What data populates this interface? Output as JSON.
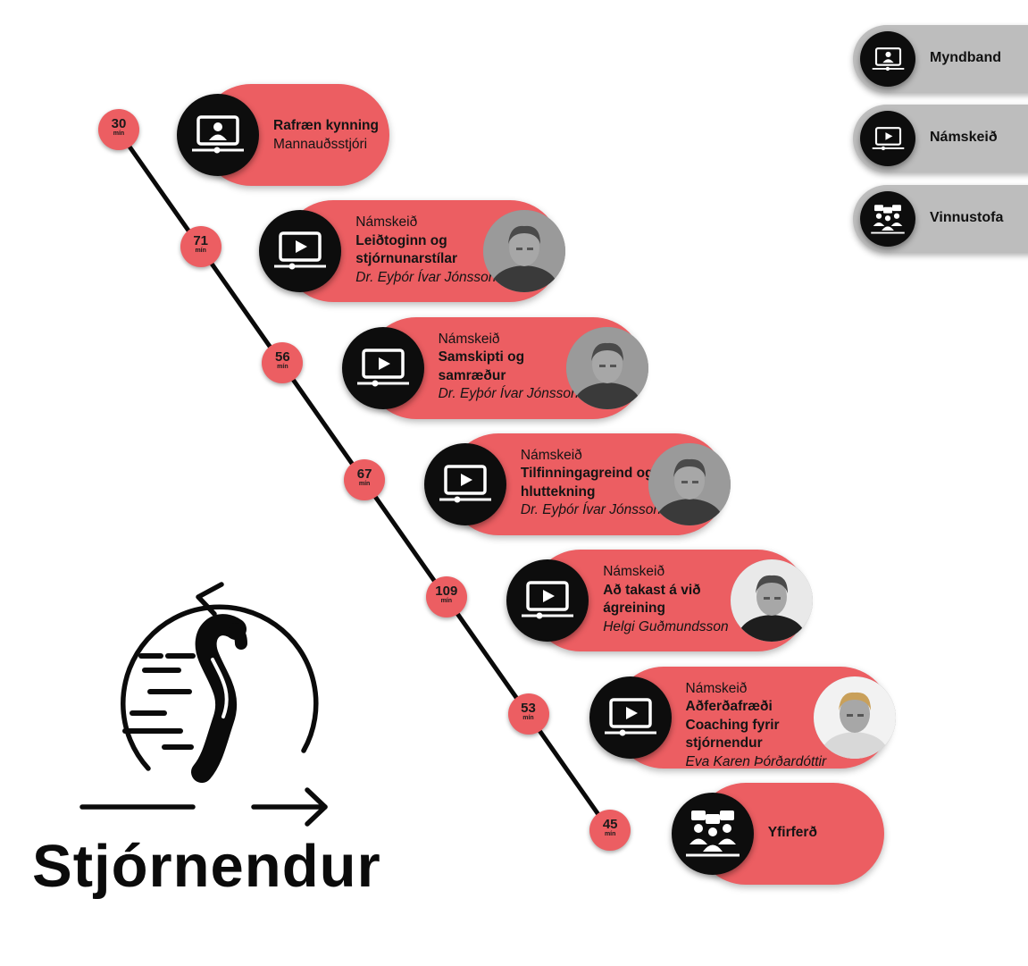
{
  "legend": [
    {
      "label": "Myndband",
      "icon": "presentation-icon"
    },
    {
      "label": "Námskeið",
      "icon": "video-play-icon"
    },
    {
      "label": "Vinnustofa",
      "icon": "group-icon"
    }
  ],
  "steps": [
    {
      "minutes": "30",
      "unit": "mín",
      "icon": "presentation-icon",
      "category": "",
      "title": "Rafræn kynning",
      "subtitle": "Mannauðsstjóri",
      "speaker": "",
      "photo": false
    },
    {
      "minutes": "71",
      "unit": "mín",
      "icon": "video-play-icon",
      "category": "Námskeið",
      "title": "Leiðtoginn og stjórnunarstílar",
      "subtitle": "",
      "speaker": "Dr. Eyþór Ívar Jónsson",
      "photo": true
    },
    {
      "minutes": "56",
      "unit": "mín",
      "icon": "video-play-icon",
      "category": "Námskeið",
      "title": "Samskipti og samræður",
      "subtitle": "",
      "speaker": "Dr. Eyþór Ívar Jónsson",
      "photo": true
    },
    {
      "minutes": "67",
      "unit": "mín",
      "icon": "video-play-icon",
      "category": "Námskeið",
      "title": "Tilfinningagreind og hluttekning",
      "subtitle": "",
      "speaker": "Dr. Eyþór Ívar Jónsson",
      "photo": true
    },
    {
      "minutes": "109",
      "unit": "mín",
      "icon": "video-play-icon",
      "category": "Námskeið",
      "title": "Að takast á við ágreining",
      "subtitle": "",
      "speaker": "Helgi Guðmundsson",
      "photo": true
    },
    {
      "minutes": "53",
      "unit": "mín",
      "icon": "video-play-icon",
      "category": "Námskeið",
      "title": "Aðferðafræði Coaching fyrir stjórnendur",
      "subtitle": "",
      "speaker": "Eva Karen Þórðardóttir",
      "photo": true
    },
    {
      "minutes": "45",
      "unit": "mín",
      "icon": "group-icon",
      "category": "",
      "title": "Yfirferð",
      "subtitle": "",
      "speaker": "",
      "photo": false
    }
  ],
  "brand": {
    "title": "Stjórnendur",
    "logo": "sprint-logo-icon"
  },
  "colors": {
    "accent": "#ec5e62",
    "dark": "#0d0d0d",
    "legend_bg": "#bdbdbd"
  }
}
